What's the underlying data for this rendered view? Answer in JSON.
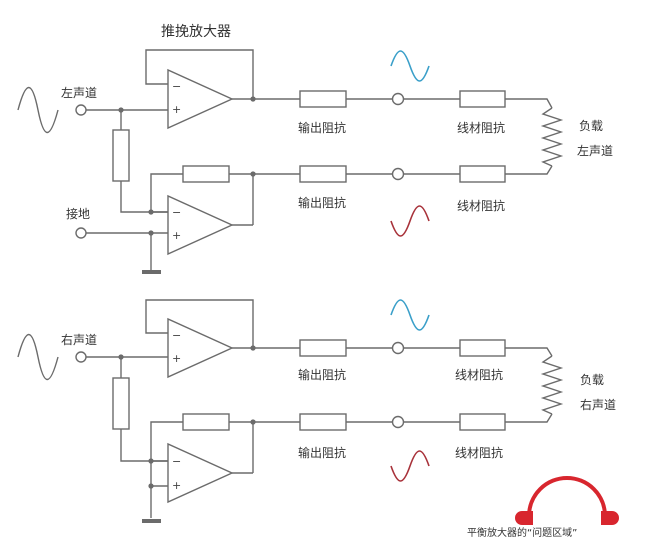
{
  "title": "推挽放大器",
  "top": {
    "input_label": "左声道",
    "ground_label": "接地",
    "output_impedance_upper": "输出阻抗",
    "output_impedance_lower": "输出阻抗",
    "cable_impedance_upper": "线材阻抗",
    "cable_impedance_lower": "线材阻抗",
    "load_label": "负载",
    "load_channel": "左声道"
  },
  "bottom": {
    "input_label": "右声道",
    "output_impedance_upper": "输出阻抗",
    "output_impedance_lower": "输出阻抗",
    "cable_impedance_upper": "线材阻抗",
    "cable_impedance_lower": "线材阻抗",
    "load_label": "负载",
    "load_channel": "右声道"
  },
  "opamp_minus": "−",
  "opamp_plus": "+",
  "watermark": "平衡放大器的“问题区域”",
  "colors": {
    "wire": "#6b6b6b",
    "wave_blue": "#3a9fc9",
    "wave_red": "#a8323a",
    "logo_red": "#d8262e"
  }
}
